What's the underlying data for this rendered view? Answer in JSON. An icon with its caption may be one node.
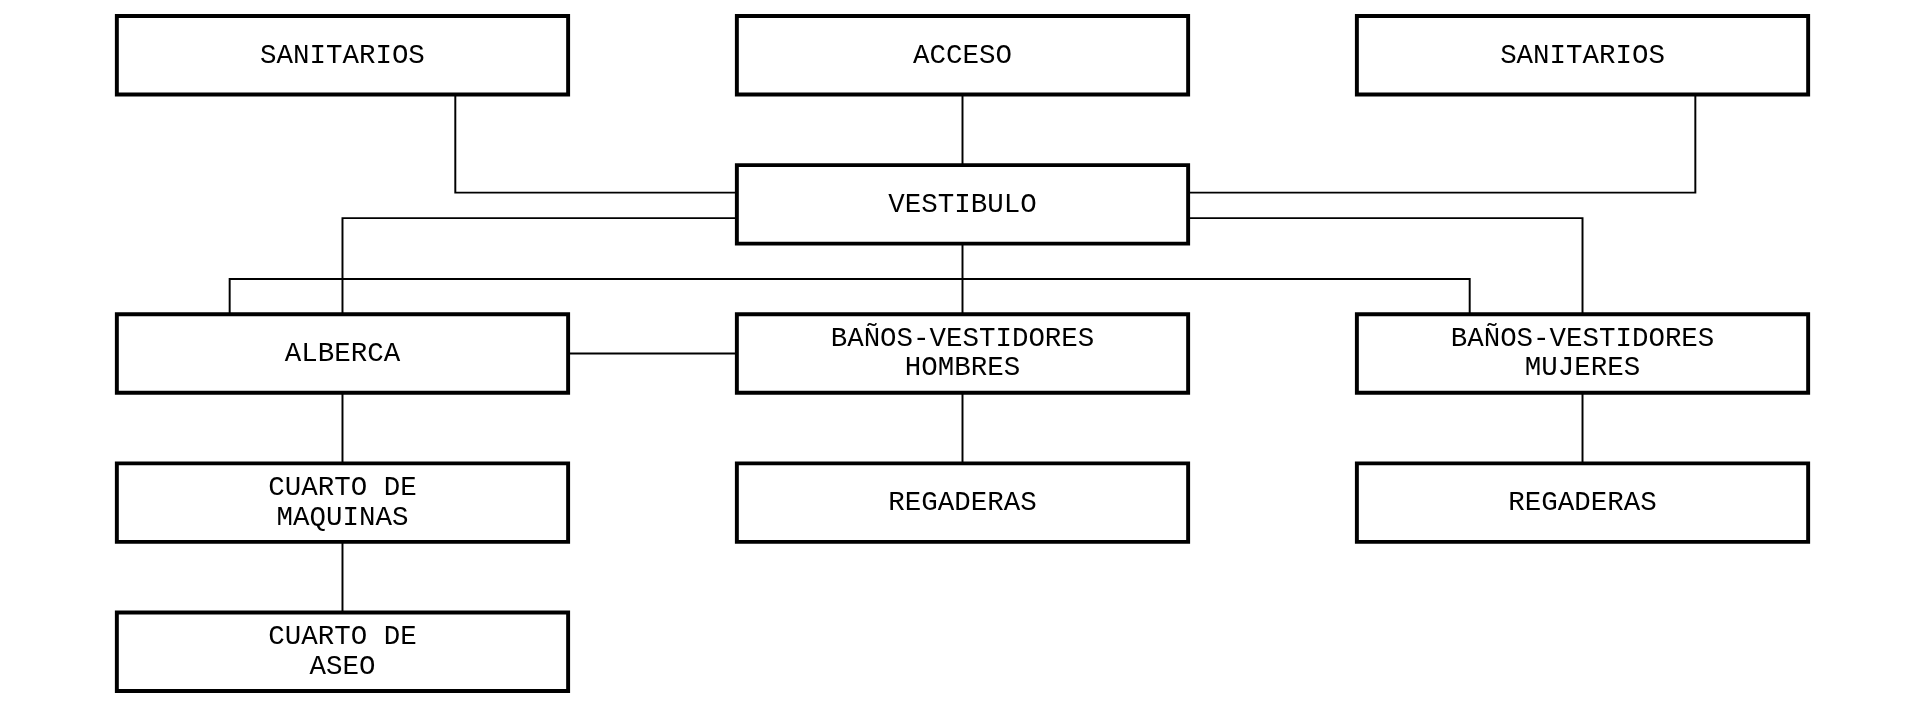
{
  "diagram": {
    "nodes": [
      {
        "text": [
          "SANITARIOS"
        ]
      },
      {
        "text": [
          "ACCESO"
        ]
      },
      {
        "text": [
          "SANITARIOS"
        ]
      },
      {
        "text": [
          "VESTIBULO"
        ]
      },
      {
        "text": [
          "BAÑOS-VESTIDORES HOMBRES"
        ]
      },
      {
        "text": [
          "ALBERCA"
        ]
      },
      {
        "text": [
          "BAÑOS-VESTIDORES MUJERES"
        ]
      },
      {
        "text": [
          "REGADERAS"
        ]
      },
      {
        "text": [
          "REGADERAS"
        ]
      },
      {
        "text": [
          "CUARTO DE MAQUINAS"
        ]
      },
      {
        "text": [
          "CUARTO DE ASEO"
        ]
      }
    ],
    "edges": [
      {
        "from": 1,
        "to": 3,
        "arrow": "none"
      },
      {
        "from": 3,
        "to": 0,
        "arrow": "none"
      },
      {
        "from": 3,
        "to": 4,
        "arrow": "none"
      },
      {
        "from": 3,
        "to": 2,
        "arrow": "none"
      },
      {
        "from": 3,
        "to": 6,
        "arrow": "none"
      },
      {
        "from": 3,
        "to": 5,
        "arrow": "none"
      },
      {
        "from": 5,
        "to": 4,
        "arrow": "none"
      },
      {
        "from": 5,
        "to": 6,
        "arrow": "none"
      },
      {
        "from": 4,
        "to": 7,
        "arrow": "none"
      },
      {
        "from": 6,
        "to": 8,
        "arrow": "none"
      },
      {
        "from": 5,
        "to": 9,
        "arrow": "none"
      },
      {
        "from": 9,
        "to": 10,
        "arrow": "none"
      }
    ]
  }
}
